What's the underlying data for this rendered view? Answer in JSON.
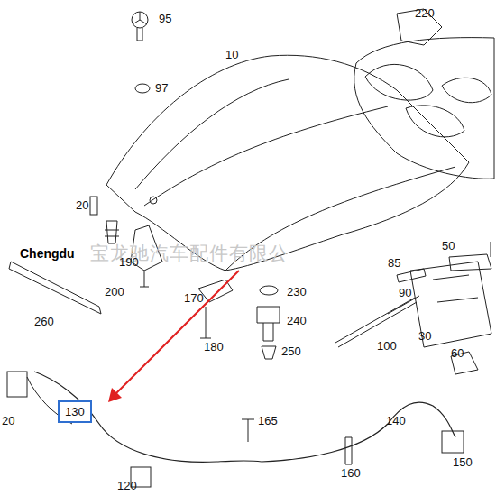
{
  "diagram": {
    "nodes": [
      {
        "text": [
          "130"
        ]
      }
    ],
    "labels": [
      "95",
      "220",
      "10",
      "97",
      "20",
      "宝龙驰汽车配件有限公",
      "Chengdu",
      "190",
      "50",
      "85",
      "200",
      "170",
      "230",
      "90",
      "260",
      "240",
      "180",
      "250",
      "100",
      "30",
      "60",
      "165",
      "140",
      "20",
      "160",
      "150",
      "120"
    ]
  }
}
